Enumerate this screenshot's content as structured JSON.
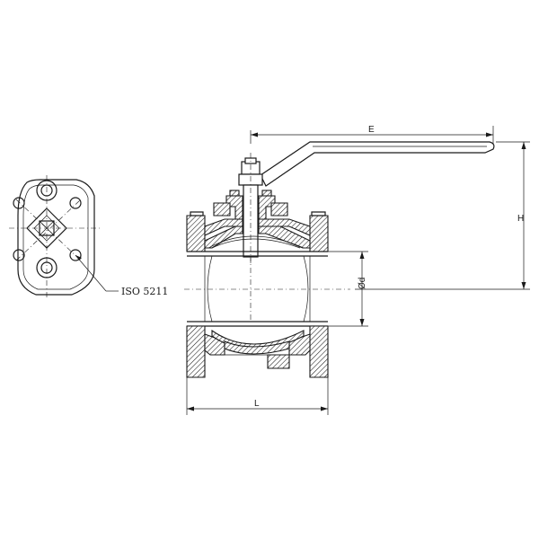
{
  "labels": {
    "dimension_E": "E",
    "dimension_H": "H",
    "dimension_L": "L",
    "dimension_d": "Ød",
    "standard": "ISO 5211"
  }
}
